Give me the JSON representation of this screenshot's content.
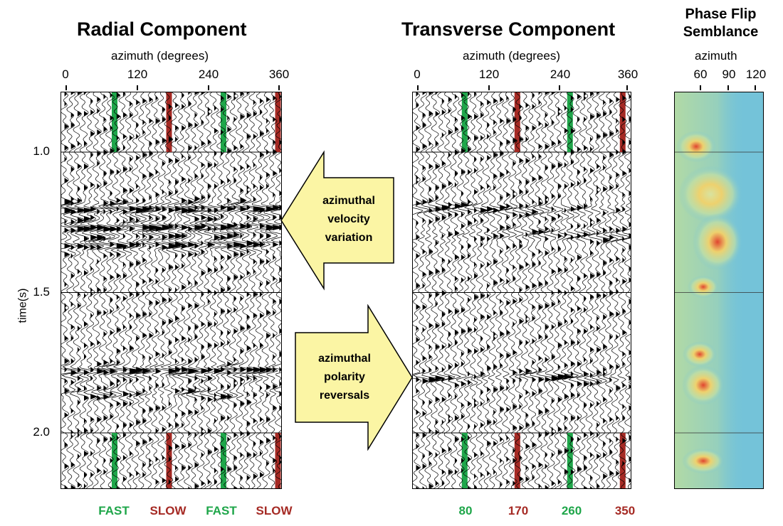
{
  "radial": {
    "title": "Radial Component",
    "xlabel": "azimuth (degrees)",
    "xticks": [
      "0",
      "120",
      "240",
      "360"
    ],
    "markers": [
      "FAST",
      "SLOW",
      "FAST",
      "SLOW"
    ]
  },
  "transverse": {
    "title": "Transverse Component",
    "xlabel": "azimuth (degrees)",
    "xticks": [
      "0",
      "120",
      "240",
      "360"
    ],
    "markers": [
      "80",
      "170",
      "260",
      "350"
    ]
  },
  "semblance": {
    "title_line1": "Phase Flip",
    "title_line2": "Semblance",
    "xlabel": "azimuth",
    "xticks": [
      "60",
      "90",
      "120"
    ]
  },
  "y_axis": {
    "label": "time(s)",
    "ticks": [
      "1.0",
      "1.5",
      "2.0"
    ]
  },
  "arrows": {
    "velocity_line1": "azimuthal",
    "velocity_line2": "velocity",
    "velocity_line3": "variation",
    "polarity_line1": "azimuthal",
    "polarity_line2": "polarity",
    "polarity_line3": "reversals"
  },
  "colors": {
    "fast": "#1fa64a",
    "slow": "#a52a24",
    "arrow_fill": "#fbf5a4",
    "semblance_bg": "#74c3d9",
    "semblance_hot": "#e0452f"
  }
}
